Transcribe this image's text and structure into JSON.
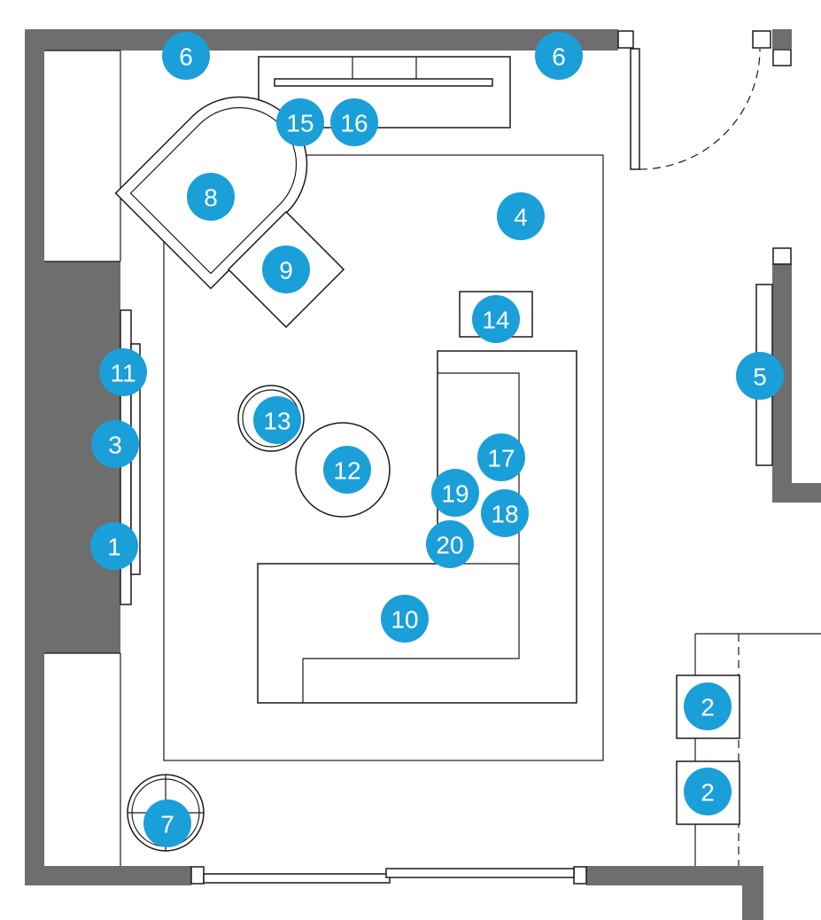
{
  "colors": {
    "marker": "#1a9fd8",
    "marker_text": "#ffffff",
    "wall": "#6e6e6e",
    "line": "#1a1a1a",
    "background": "#ffffff"
  },
  "markers": {
    "m1": "1",
    "m2a": "2",
    "m2b": "2",
    "m3": "3",
    "m4": "4",
    "m5": "5",
    "m6a": "6",
    "m6b": "6",
    "m7": "7",
    "m8": "8",
    "m9": "9",
    "m10": "10",
    "m11": "11",
    "m12": "12",
    "m13": "13",
    "m14": "14",
    "m15": "15",
    "m16": "16",
    "m17": "17",
    "m18": "18",
    "m19": "19",
    "m20": "20"
  }
}
